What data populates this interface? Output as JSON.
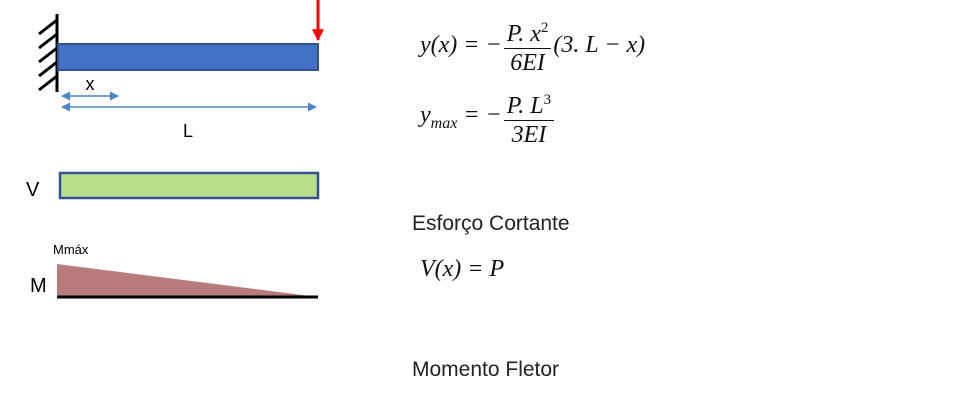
{
  "diagram": {
    "label_x": "x",
    "label_L": "L",
    "label_V": "V",
    "label_M": "M",
    "label_Mmax": "Mmáx",
    "colors": {
      "beam": "#4472c4",
      "beam_border": "#2f528f",
      "shear": "#b8e08c",
      "moment": "#b97c7c",
      "load": "#ff0000",
      "dimension": "#4a86c8"
    }
  },
  "formulas": {
    "deflection": {
      "lhs": "y(x) = −",
      "num_var": "P. x",
      "num_exp": "2",
      "den": "6EI",
      "rhs": "(3. L − x)"
    },
    "max_deflection": {
      "lhs_var": "y",
      "lhs_sub": "max",
      "lhs_eq": " = −",
      "num_var": "P. L",
      "num_exp": "3",
      "den": "3EI"
    },
    "shear": "V(x) = P"
  },
  "sections": {
    "shear_title": "Esforço Cortante",
    "moment_title": "Momento Fletor"
  }
}
